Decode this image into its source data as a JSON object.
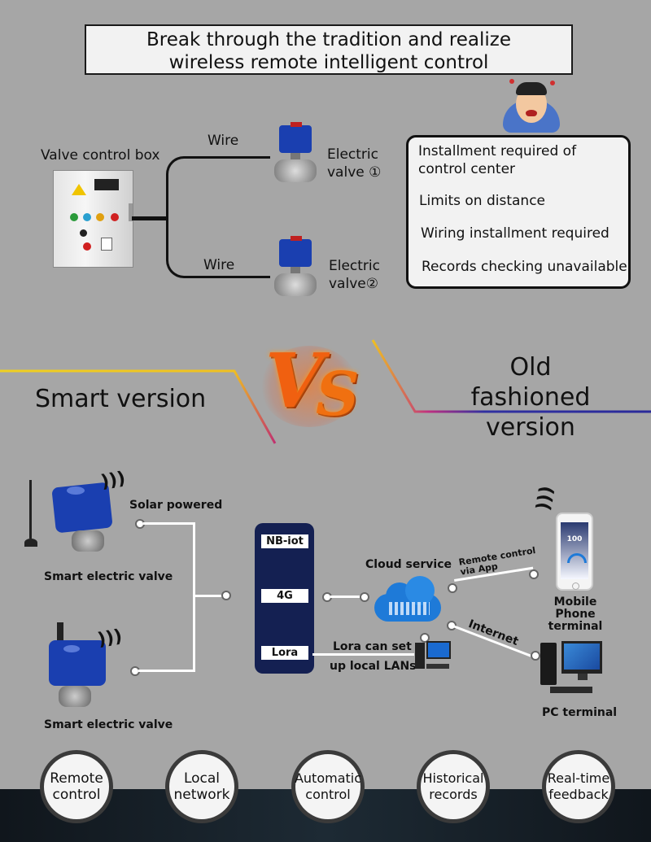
{
  "title": {
    "line1": "Break through the tradition and realize",
    "line2": "wireless remote intelligent control"
  },
  "old_system": {
    "control_box_label": "Valve control box",
    "wire_label_1": "Wire",
    "wire_label_2": "Wire",
    "valve_1_label": {
      "line1": "Electric",
      "line2": "valve ①"
    },
    "valve_2_label": {
      "line1": "Electric",
      "line2": "valve②"
    },
    "problems": [
      {
        "line1": "Installment required of",
        "line2": "control center"
      },
      {
        "line1": "Limits on distance"
      },
      {
        "line1": "Wiring installment required"
      },
      {
        "line1": "Records checking unavailable"
      }
    ]
  },
  "versus": {
    "left_label": "Smart version",
    "right_label": {
      "line1": "Old fashioned",
      "line2": "version"
    }
  },
  "smart_system": {
    "solar_label": "Solar powered",
    "valve_top_label": "Smart electric valve",
    "valve_bottom_label": "Smart electric valve",
    "network_tags": [
      "NB-iot",
      "4G",
      "Lora"
    ],
    "cloud_label": "Cloud service",
    "remote_label": {
      "line1": "Remote control",
      "line2": "via App"
    },
    "internet_label": "Internet",
    "lora_label": {
      "line1": "Lora can set",
      "line2": "up local LANs"
    },
    "phone_label": {
      "line1": "Mobile Phone",
      "line2": "terminal"
    },
    "phone_screen_value": "100",
    "pc_label": "PC terminal"
  },
  "features": [
    {
      "line1": "Remote",
      "line2": "control"
    },
    {
      "line1": "Local",
      "line2": "network"
    },
    {
      "line1": "Automatic",
      "line2": "control"
    },
    {
      "line1": "Historical",
      "line2": "records"
    },
    {
      "line1": "Real-time",
      "line2": "feedback"
    }
  ],
  "colors": {
    "background": "#a6a6a6",
    "panel": "#142052",
    "valve_blue": "#1a3fb0",
    "left_line": "#f0d020",
    "right_line": "#2a2a9a"
  }
}
